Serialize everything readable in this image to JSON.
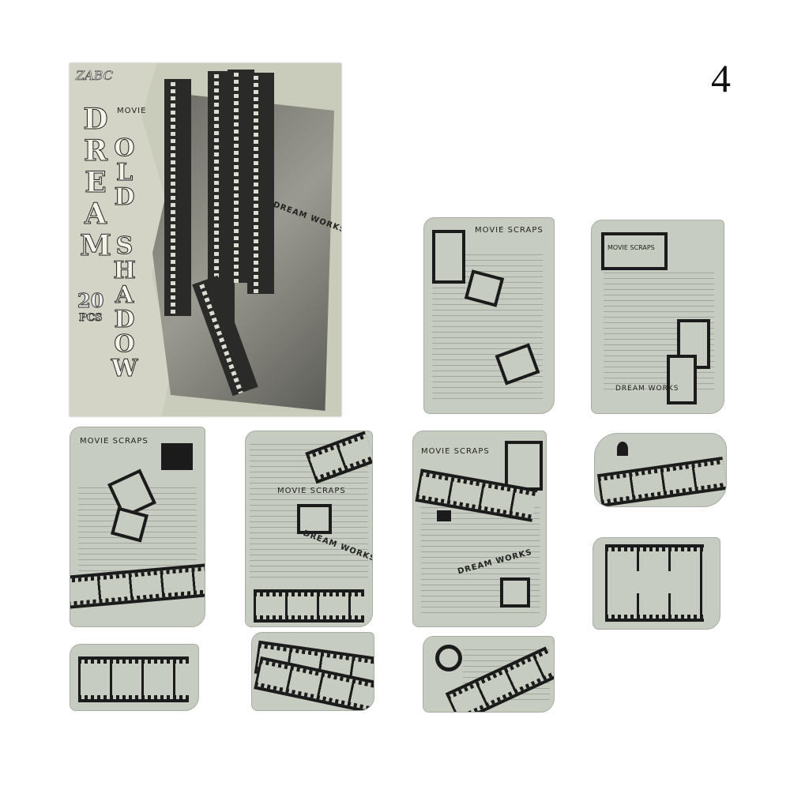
{
  "page_number": "4",
  "package": {
    "brand": "ZABC",
    "title_1": "DREAM",
    "title_2": "OLD SHADOW",
    "count": "20",
    "count_unit": "PCS",
    "corner_word": "MOVIE",
    "stamp": "DREAM WORKS"
  },
  "stickers": {
    "movie_scraps": "MOVIE SCRAPS",
    "dream_works": "DREAM WORKS"
  },
  "colors": {
    "sticker": "#c6ccbf",
    "ink": "#1b1b1b",
    "package": "#c9cbbb"
  }
}
